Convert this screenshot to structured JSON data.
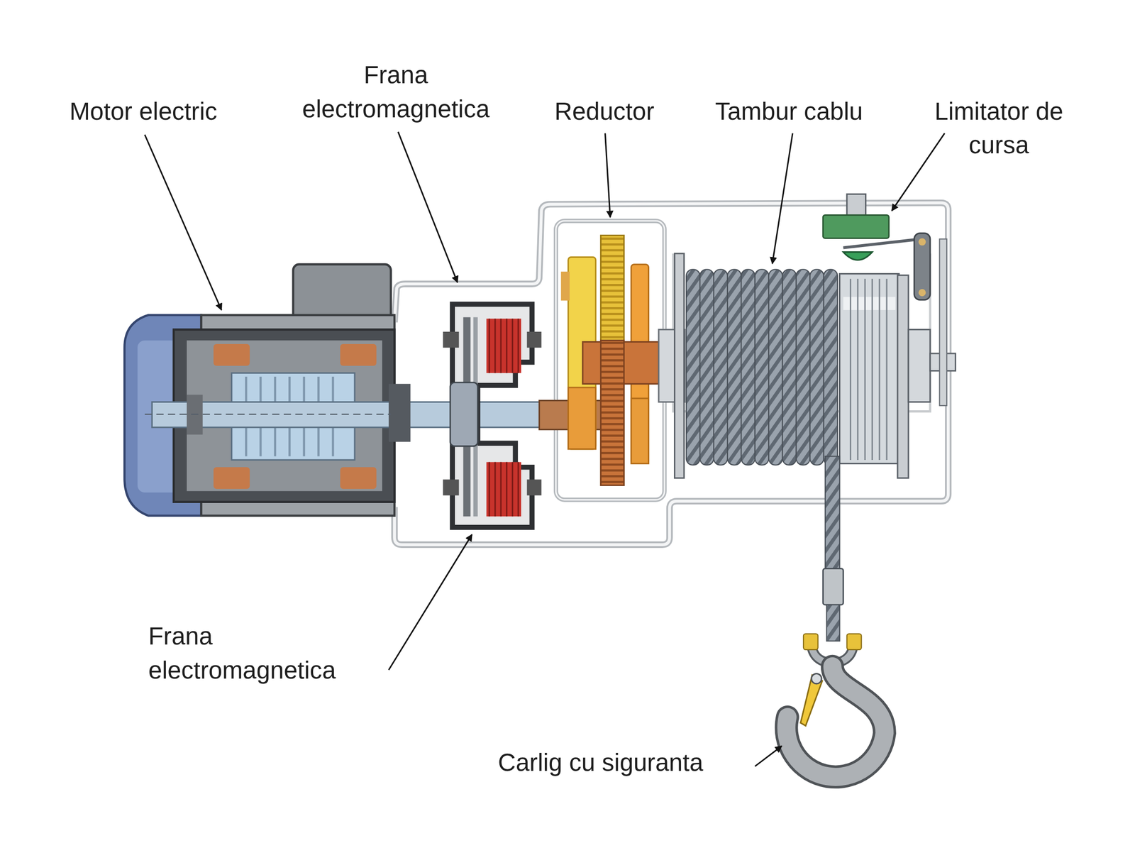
{
  "diagram": {
    "labels": [
      "Motor electric",
      "Frana electromagnetica",
      "Reductor",
      "Tambur cablu",
      "Limitator de cursa",
      "Frana electromagnetica",
      "Carlig cu siguranta"
    ]
  }
}
